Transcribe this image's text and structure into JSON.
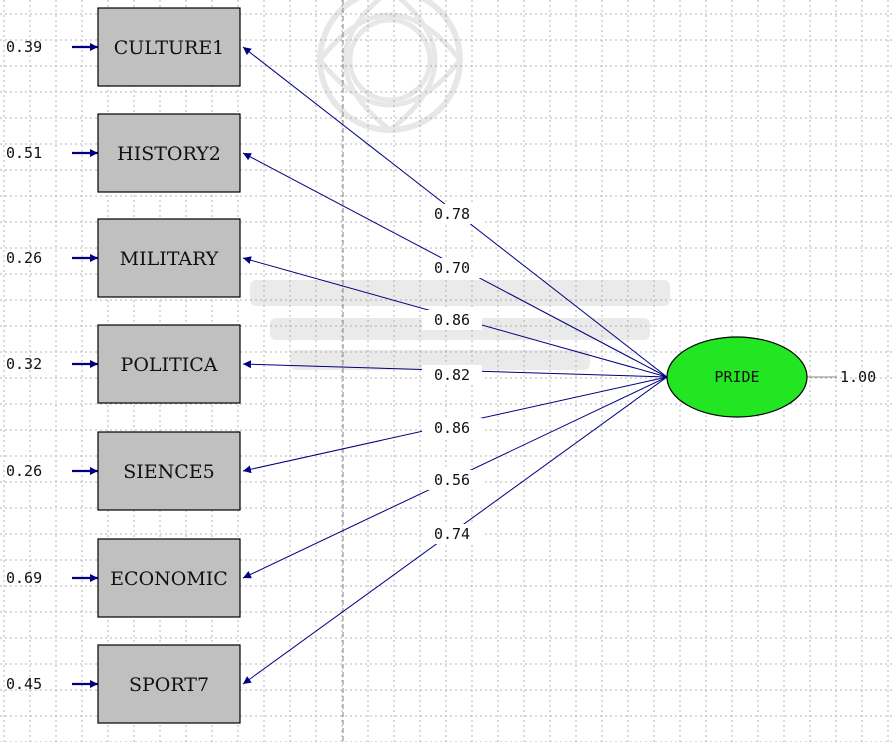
{
  "diagram": {
    "latent": {
      "label": "PRIDE",
      "variance": "1.00",
      "fill_color": "#22e622"
    },
    "indicators": [
      {
        "label": "CULTURE1",
        "error": "0.39",
        "loading": "0.78"
      },
      {
        "label": "HISTORY2",
        "error": "0.51",
        "loading": "0.70"
      },
      {
        "label": "MILITARY",
        "error": "0.26",
        "loading": "0.86"
      },
      {
        "label": "POLITICA",
        "error": "0.32",
        "loading": "0.82"
      },
      {
        "label": "SIENCE5",
        "error": "0.26",
        "loading": "0.86"
      },
      {
        "label": "ECONOMIC",
        "error": "0.69",
        "loading": "0.56"
      },
      {
        "label": "SPORT7",
        "error": "0.45",
        "loading": "0.74"
      }
    ],
    "colors": {
      "box_fill": "#c0c0c0",
      "arrow": "#000080",
      "grid": "#b4b4b4"
    }
  }
}
